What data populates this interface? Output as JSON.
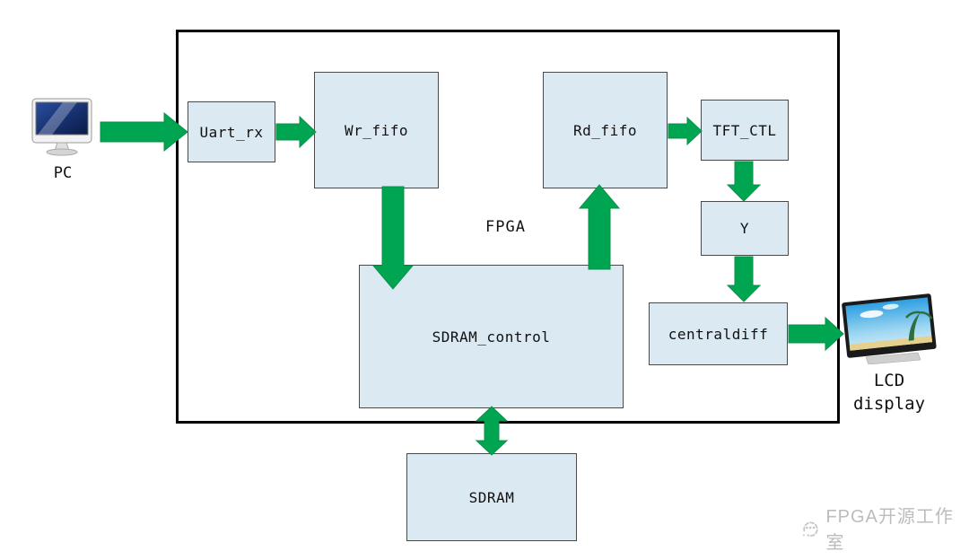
{
  "diagram": {
    "fpga_label": "FPGA",
    "blocks": {
      "uart_rx": "Uart_rx",
      "wr_fifo": "Wr_fifo",
      "rd_fifo": "Rd_fifo",
      "tft_ctl": "TFT_CTL",
      "y": "Y",
      "centraldiff": "centraldiff",
      "sdram_control": "SDRAM_control",
      "sdram": "SDRAM"
    },
    "pc_label": "PC",
    "lcd_label_line1": "LCD",
    "lcd_label_line2": "display",
    "connections": [
      {
        "from": "PC",
        "to": "Uart_rx"
      },
      {
        "from": "Uart_rx",
        "to": "Wr_fifo"
      },
      {
        "from": "Wr_fifo",
        "to": "SDRAM_control"
      },
      {
        "from": "SDRAM_control",
        "to": "Rd_fifo"
      },
      {
        "from": "Rd_fifo",
        "to": "TFT_CTL"
      },
      {
        "from": "TFT_CTL",
        "to": "Y"
      },
      {
        "from": "Y",
        "to": "centraldiff"
      },
      {
        "from": "centraldiff",
        "to": "LCD display"
      },
      {
        "from": "SDRAM_control",
        "to": "SDRAM",
        "bidirectional": true
      }
    ]
  },
  "watermark": {
    "text": "FPGA开源工作室"
  },
  "colors": {
    "arrow": "#00a551",
    "block_fill": "#dbe9f2",
    "block_border": "#4a4a4a"
  }
}
